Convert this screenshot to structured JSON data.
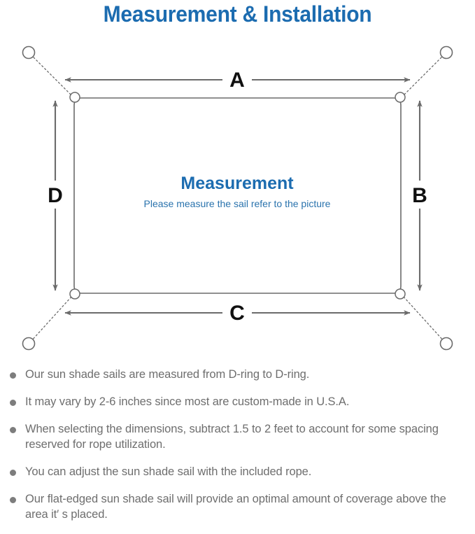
{
  "page": {
    "title": "Measurement & Installation",
    "title_color": "#1c6cb0",
    "background": "#ffffff"
  },
  "diagram": {
    "name": "sun-shade-sail-measurement-diagram",
    "inner_heading": "Measurement",
    "inner_subtext": "Please measure the sail refer to the picture",
    "line_color": "#6b6b6b",
    "sail_outline_color": "#6b6b6b",
    "dimension_labels": {
      "top": "A",
      "right": "B",
      "bottom": "C",
      "left": "D"
    },
    "anchors": [
      {
        "name": "anchor-point-top-left",
        "position": "top-left"
      },
      {
        "name": "anchor-point-top-right",
        "position": "top-right"
      },
      {
        "name": "anchor-point-bottom-left",
        "position": "bottom-left"
      },
      {
        "name": "anchor-point-bottom-right",
        "position": "bottom-right"
      }
    ],
    "d_rings": [
      {
        "name": "d-ring-top-left",
        "position": "top-left"
      },
      {
        "name": "d-ring-top-right",
        "position": "top-right"
      },
      {
        "name": "d-ring-bottom-left",
        "position": "bottom-left"
      },
      {
        "name": "d-ring-bottom-right",
        "position": "bottom-right"
      }
    ]
  },
  "notes": {
    "bullet_color": "#7d7d7d",
    "text_color": "#6e6e6e",
    "items": [
      "Our sun shade sails are measured from D-ring to D-ring.",
      "It may vary by 2-6 inches since most are custom-made in U.S.A.",
      "When selecting the dimensions, subtract 1.5 to 2 feet to account for some spacing reserved for rope utilization.",
      "You can adjust the sun shade sail with the included rope.",
      "Our flat-edged sun shade sail will provide an optimal amount of coverage above the area it′ s placed."
    ]
  }
}
